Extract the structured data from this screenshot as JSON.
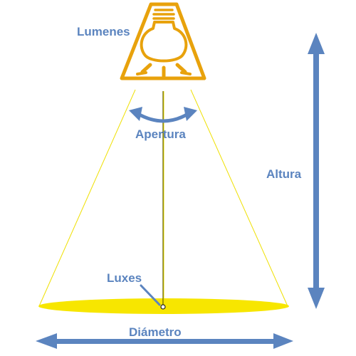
{
  "labels": {
    "lumens": "Lumenes",
    "aperture": "Apertura",
    "height": "Altura",
    "lux": "Luxes",
    "diameter": "Diámetro"
  },
  "colors": {
    "label_text": "#5b84bf",
    "arrow_fill": "#5b84bf",
    "lamp_shade": "#e8a20c",
    "light_pool": "#f7e600",
    "light_cone": "#efe000",
    "center_line": "#555500"
  },
  "icons": {
    "lamp": "light-bulb-icon"
  }
}
